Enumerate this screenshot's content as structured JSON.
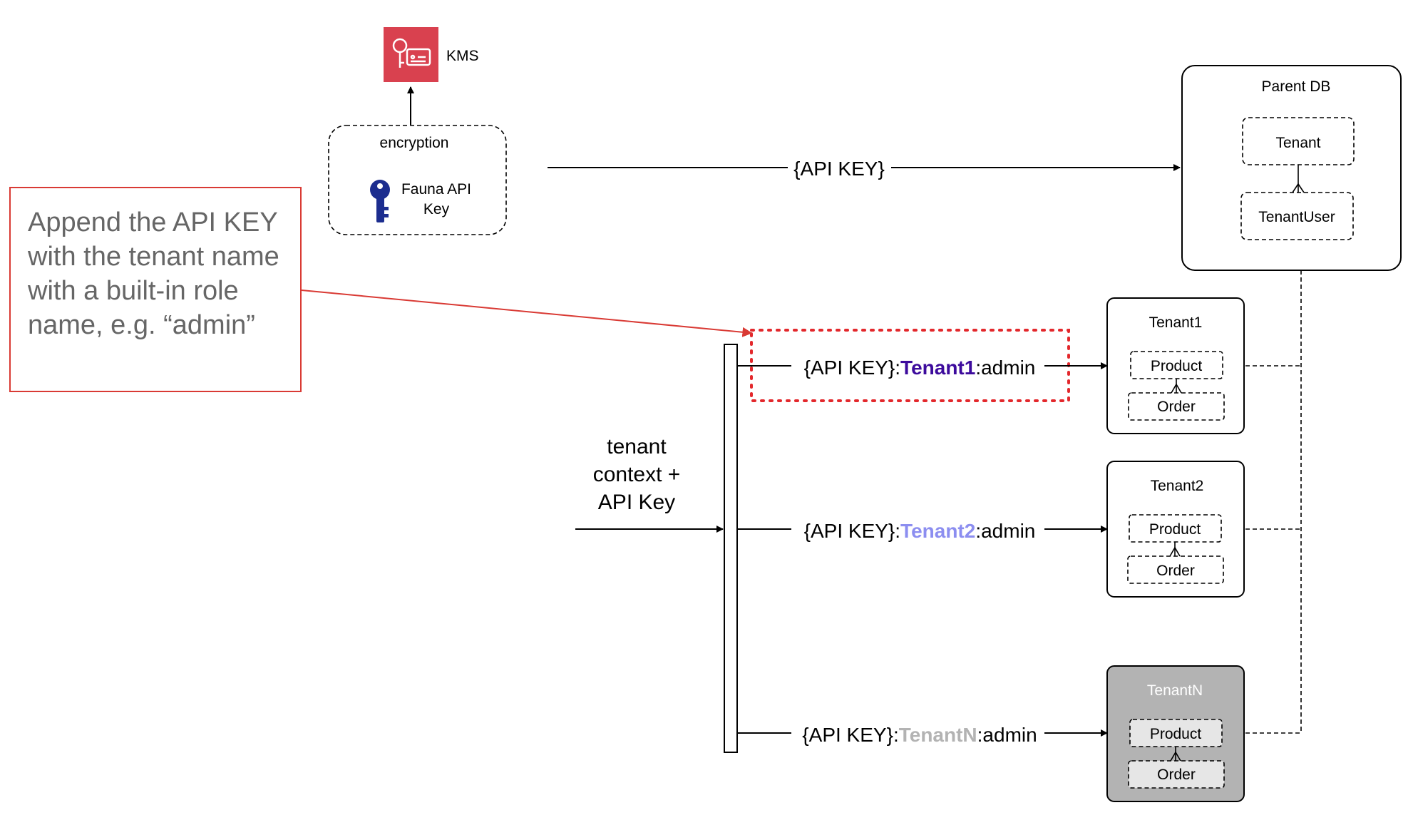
{
  "kms": {
    "label": "KMS",
    "icon": "kms-key-icon",
    "color": "#d9414f"
  },
  "encryption": {
    "title": "encryption",
    "key_label_line1": "Fauna API",
    "key_label_line2": "Key",
    "key_icon": "key-icon",
    "key_color": "#1c2d8f"
  },
  "api_key_edge": "{API KEY}",
  "parent_db": {
    "title": "Parent DB",
    "entities": [
      "Tenant",
      "TenantUser"
    ]
  },
  "annotation": {
    "text": "Append the API KEY with the tenant name with a built-in role name, e.g. “admin”",
    "border_color": "#d93a34"
  },
  "input": {
    "line1": "tenant",
    "line2": "context +",
    "line3": "API Key"
  },
  "routes": [
    {
      "prefix": "{API KEY}:",
      "tenant": "Tenant1",
      "suffix": ":admin",
      "tenant_color": "#3c0a9c"
    },
    {
      "prefix": "{API KEY}:",
      "tenant": "Tenant2",
      "suffix": ":admin",
      "tenant_color": "#8c8ef0"
    },
    {
      "prefix": "{API KEY}:",
      "tenant": "TenantN",
      "suffix": ":admin",
      "tenant_color": "#b3b3b3"
    }
  ],
  "tenants": [
    {
      "title": "Tenant1",
      "entities": [
        "Product",
        "Order"
      ]
    },
    {
      "title": "Tenant2",
      "entities": [
        "Product",
        "Order"
      ]
    },
    {
      "title": "TenantN",
      "entities": [
        "Product",
        "Order"
      ],
      "fill": "#b3b3b3",
      "title_color": "#ffffff"
    }
  ]
}
